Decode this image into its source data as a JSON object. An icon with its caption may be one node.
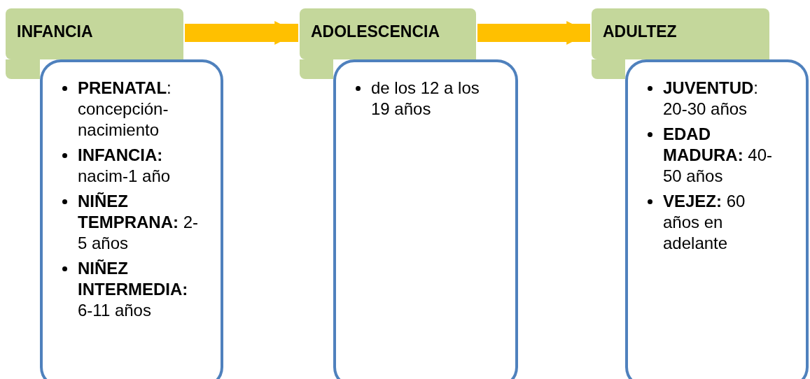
{
  "diagram": {
    "nodes": [
      {
        "text": [
          "INFANCIA"
        ]
      },
      {
        "text": [
          "**PRENATAL**: concepción-nacimiento",
          "**INFANCIA:** nacim-1 año",
          "**NIÑEZ TEMPRANA:** 2-5 años",
          "**NIÑEZ INTERMEDIA:** 6-11 años"
        ]
      },
      {
        "text": [
          "ADOLESCENCIA"
        ]
      },
      {
        "text": [
          "de los 12 a los 19 años"
        ]
      },
      {
        "text": [
          "ADULTEZ"
        ]
      },
      {
        "text": [
          "**JUVENTUD**: 20-30 años",
          "**EDAD MADURA:** 40-50 años",
          "**VEJEZ:** 60 años en adelante"
        ]
      }
    ],
    "edges": [
      {
        "from": 0,
        "to": 2,
        "arrow": "to"
      },
      {
        "from": 2,
        "to": 4,
        "arrow": "to"
      }
    ]
  }
}
